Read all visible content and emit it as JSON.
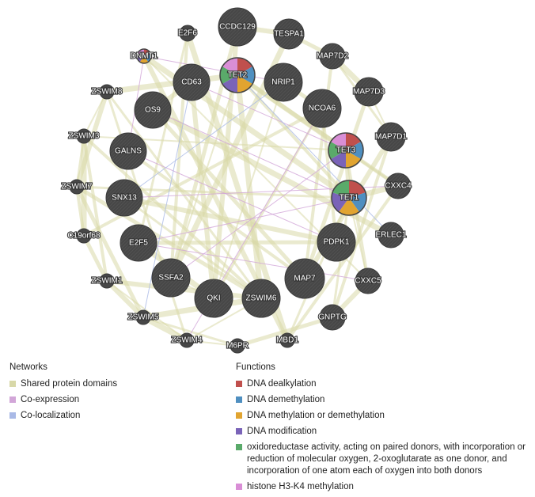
{
  "networks": {
    "title": "Networks",
    "items": [
      {
        "label": "Shared protein domains",
        "color": "#d8d8a8"
      },
      {
        "label": "Co-expression",
        "color": "#d2a6d8"
      },
      {
        "label": "Co-localization",
        "color": "#a9b9e6"
      }
    ]
  },
  "functions": {
    "title": "Functions",
    "items": [
      {
        "label": "DNA dealkylation",
        "color": "#c0504d"
      },
      {
        "label": "DNA demethylation",
        "color": "#4f8fc0"
      },
      {
        "label": "DNA methylation or demethylation",
        "color": "#e1a430"
      },
      {
        "label": "DNA modification",
        "color": "#7a63b8"
      },
      {
        "label": "oxidoreductase activity, acting on paired donors, with incorporation or reduction of molecular oxygen, 2-oxoglutarate as one donor, and incorporation of one atom each of oxygen into both donors",
        "color": "#5aaa6a"
      },
      {
        "label": "histone H3-K4 methylation",
        "color": "#d98ed6"
      }
    ]
  },
  "nodes": [
    {
      "id": "CCDC129",
      "label": "CCDC129"
    },
    {
      "id": "TESPA1",
      "label": "TESPA1"
    },
    {
      "id": "E2F6",
      "label": "E2F6"
    },
    {
      "id": "DNMT1",
      "label": "DNMT1",
      "functions": [
        0,
        1,
        2,
        3,
        5
      ]
    },
    {
      "id": "MAP7D2",
      "label": "MAP7D2"
    },
    {
      "id": "CD63",
      "label": "CD63"
    },
    {
      "id": "TET2",
      "label": "TET2",
      "functions": [
        0,
        1,
        2,
        3,
        4,
        5
      ]
    },
    {
      "id": "NRIP1",
      "label": "NRIP1"
    },
    {
      "id": "MAP7D3",
      "label": "MAP7D3"
    },
    {
      "id": "ZSWIM8",
      "label": "ZSWIM8"
    },
    {
      "id": "OS9",
      "label": "OS9"
    },
    {
      "id": "NCOA6",
      "label": "NCOA6"
    },
    {
      "id": "MAP7D1",
      "label": "MAP7D1"
    },
    {
      "id": "ZSWIM3",
      "label": "ZSWIM3"
    },
    {
      "id": "TET3",
      "label": "TET3",
      "functions": [
        0,
        1,
        2,
        3,
        4,
        5
      ]
    },
    {
      "id": "GALNS",
      "label": "GALNS"
    },
    {
      "id": "ZSWIM7",
      "label": "ZSWIM7"
    },
    {
      "id": "CXXC4",
      "label": "CXXC4"
    },
    {
      "id": "TET1",
      "label": "TET1",
      "functions": [
        0,
        1,
        2,
        3,
        4
      ]
    },
    {
      "id": "SNX13",
      "label": "SNX13"
    },
    {
      "id": "C19orf68",
      "label": "C19orf68"
    },
    {
      "id": "ERLEC1",
      "label": "ERLEC1"
    },
    {
      "id": "E2F5",
      "label": "E2F5"
    },
    {
      "id": "PDPK1",
      "label": "PDPK1"
    },
    {
      "id": "ZSWIM1",
      "label": "ZSWIM1"
    },
    {
      "id": "SSFA2",
      "label": "SSFA2"
    },
    {
      "id": "MAP7",
      "label": "MAP7"
    },
    {
      "id": "CXXC5",
      "label": "CXXC5"
    },
    {
      "id": "QKI",
      "label": "QKI"
    },
    {
      "id": "ZSWIM6",
      "label": "ZSWIM6"
    },
    {
      "id": "ZSWIM5",
      "label": "ZSWIM5"
    },
    {
      "id": "GNPTG",
      "label": "GNPTG"
    },
    {
      "id": "ZSWIM4",
      "label": "ZSWIM4"
    },
    {
      "id": "MBD1",
      "label": "MBD1"
    },
    {
      "id": "M6PR",
      "label": "M6PR"
    }
  ],
  "edges": [
    {
      "source": "ZSWIM8",
      "target": "ZSWIM3",
      "network": 0
    },
    {
      "source": "ZSWIM3",
      "target": "ZSWIM7",
      "network": 0
    },
    {
      "source": "ZSWIM7",
      "target": "C19orf68",
      "network": 0
    },
    {
      "source": "C19orf68",
      "target": "ZSWIM1",
      "network": 0
    },
    {
      "source": "ZSWIM1",
      "target": "ZSWIM5",
      "network": 0
    },
    {
      "source": "ZSWIM5",
      "target": "ZSWIM4",
      "network": 0
    },
    {
      "source": "ZSWIM4",
      "target": "M6PR",
      "network": 0
    },
    {
      "source": "ZSWIM8",
      "target": "ZSWIM6",
      "network": 0
    },
    {
      "source": "ZSWIM3",
      "target": "ZSWIM6",
      "network": 0
    },
    {
      "source": "ZSWIM7",
      "target": "ZSWIM6",
      "network": 0
    },
    {
      "source": "ZSWIM1",
      "target": "ZSWIM6",
      "network": 0
    },
    {
      "source": "ZSWIM5",
      "target": "ZSWIM6",
      "network": 0
    },
    {
      "source": "ZSWIM4",
      "target": "ZSWIM6",
      "network": 0
    },
    {
      "source": "ZSWIM8",
      "target": "ZSWIM4",
      "network": 0
    },
    {
      "source": "ZSWIM3",
      "target": "ZSWIM1",
      "network": 0
    },
    {
      "source": "ZSWIM7",
      "target": "ZSWIM5",
      "network": 0
    },
    {
      "source": "ZSWIM8",
      "target": "ZSWIM7",
      "network": 0
    },
    {
      "source": "ZSWIM3",
      "target": "C19orf68",
      "network": 0
    },
    {
      "source": "ZSWIM1",
      "target": "ZSWIM4",
      "network": 0
    },
    {
      "source": "ZSWIM5",
      "target": "M6PR",
      "network": 0
    },
    {
      "source": "MAP7",
      "target": "MAP7D2",
      "network": 0
    },
    {
      "source": "MAP7",
      "target": "MAP7D3",
      "network": 0
    },
    {
      "source": "MAP7",
      "target": "MAP7D1",
      "network": 0
    },
    {
      "source": "MAP7D2",
      "target": "MAP7D3",
      "network": 0
    },
    {
      "source": "MAP7D3",
      "target": "MAP7D1",
      "network": 0
    },
    {
      "source": "MAP7D2",
      "target": "MAP7D1",
      "network": 0
    },
    {
      "source": "TET1",
      "target": "TET2",
      "network": 0
    },
    {
      "source": "TET1",
      "target": "TET3",
      "network": 0
    },
    {
      "source": "TET2",
      "target": "TET3",
      "network": 0
    },
    {
      "source": "TET1",
      "target": "CXXC4",
      "network": 0
    },
    {
      "source": "TET1",
      "target": "CXXC5",
      "network": 0
    },
    {
      "source": "TET3",
      "target": "CXXC4",
      "network": 0
    },
    {
      "source": "TET3",
      "target": "CXXC5",
      "network": 0
    },
    {
      "source": "TET2",
      "target": "CXXC4",
      "network": 0
    },
    {
      "source": "DNMT1",
      "target": "MBD1",
      "network": 0
    },
    {
      "source": "DNMT1",
      "target": "TET1",
      "network": 0
    },
    {
      "source": "DNMT1",
      "target": "CXXC5",
      "network": 0
    },
    {
      "source": "MBD1",
      "target": "TET1",
      "network": 0
    },
    {
      "source": "MBD1",
      "target": "CXXC4",
      "network": 0
    },
    {
      "source": "GNPTG",
      "target": "M6PR",
      "network": 0
    },
    {
      "source": "GNPTG",
      "target": "CXXC5",
      "network": 0
    },
    {
      "source": "QKI",
      "target": "E2F5",
      "network": 0
    },
    {
      "source": "QKI",
      "target": "SSFA2",
      "network": 0
    },
    {
      "source": "E2F6",
      "target": "E2F5",
      "network": 0
    },
    {
      "source": "E2F6",
      "target": "SSFA2",
      "network": 0
    },
    {
      "source": "CCDC129",
      "target": "SSFA2",
      "network": 0
    },
    {
      "source": "CCDC129",
      "target": "TESPA1",
      "network": 0
    },
    {
      "source": "TESPA1",
      "target": "SSFA2",
      "network": 0
    },
    {
      "source": "NRIP1",
      "target": "QKI",
      "network": 0
    },
    {
      "source": "NCOA6",
      "target": "QKI",
      "network": 0
    },
    {
      "source": "NCOA6",
      "target": "PDPK1",
      "network": 0
    },
    {
      "source": "NRIP1",
      "target": "NCOA6",
      "network": 0
    },
    {
      "source": "CD63",
      "target": "OS9",
      "network": 0
    },
    {
      "source": "OS9",
      "target": "ERLEC1",
      "network": 0
    },
    {
      "source": "GALNS",
      "target": "SNX13",
      "network": 0
    },
    {
      "source": "SNX13",
      "target": "ZSWIM6",
      "network": 0
    },
    {
      "source": "GALNS",
      "target": "MAP7",
      "network": 0
    },
    {
      "source": "PDPK1",
      "target": "E2F5",
      "network": 0
    },
    {
      "source": "PDPK1",
      "target": "SNX13",
      "network": 0
    },
    {
      "source": "ZSWIM8",
      "target": "TET2",
      "network": 0
    },
    {
      "source": "ZSWIM3",
      "target": "TET3",
      "network": 0
    },
    {
      "source": "ZSWIM7",
      "target": "TET1",
      "network": 0
    },
    {
      "source": "C19orf68",
      "target": "NCOA6",
      "network": 0
    },
    {
      "source": "OS9",
      "target": "MAP7",
      "network": 0
    },
    {
      "source": "CD63",
      "target": "QKI",
      "network": 0
    },
    {
      "source": "TET2",
      "target": "ZSWIM6",
      "network": 0
    },
    {
      "source": "TET2",
      "target": "SSFA2",
      "network": 0
    },
    {
      "source": "TET1",
      "target": "GNPTG",
      "network": 0
    },
    {
      "source": "MAP7D1",
      "target": "GNPTG",
      "network": 0
    },
    {
      "source": "TESPA1",
      "target": "MAP7D2",
      "network": 0
    },
    {
      "source": "CCDC129",
      "target": "QKI",
      "network": 0
    },
    {
      "source": "E2F6",
      "target": "MBD1",
      "network": 0
    },
    {
      "source": "DNMT1",
      "target": "GALNS",
      "network": 1
    },
    {
      "source": "DNMT1",
      "target": "NRIP1",
      "network": 1
    },
    {
      "source": "CD63",
      "target": "TET3",
      "network": 1
    },
    {
      "source": "OS9",
      "target": "TET1",
      "network": 1
    },
    {
      "source": "E2F5",
      "target": "TET1",
      "network": 1
    },
    {
      "source": "SNX13",
      "target": "CXXC4",
      "network": 1
    },
    {
      "source": "SSFA2",
      "target": "TET3",
      "network": 1
    },
    {
      "source": "E2F5",
      "target": "CXXC5",
      "network": 1
    },
    {
      "source": "GALNS",
      "target": "PDPK1",
      "network": 1
    },
    {
      "source": "NCOA6",
      "target": "ZSWIM4",
      "network": 1
    },
    {
      "source": "TET2",
      "target": "ERLEC1",
      "network": 2
    },
    {
      "source": "CD63",
      "target": "ZSWIM5",
      "network": 2
    },
    {
      "source": "NRIP1",
      "target": "SNX13",
      "network": 2
    }
  ]
}
